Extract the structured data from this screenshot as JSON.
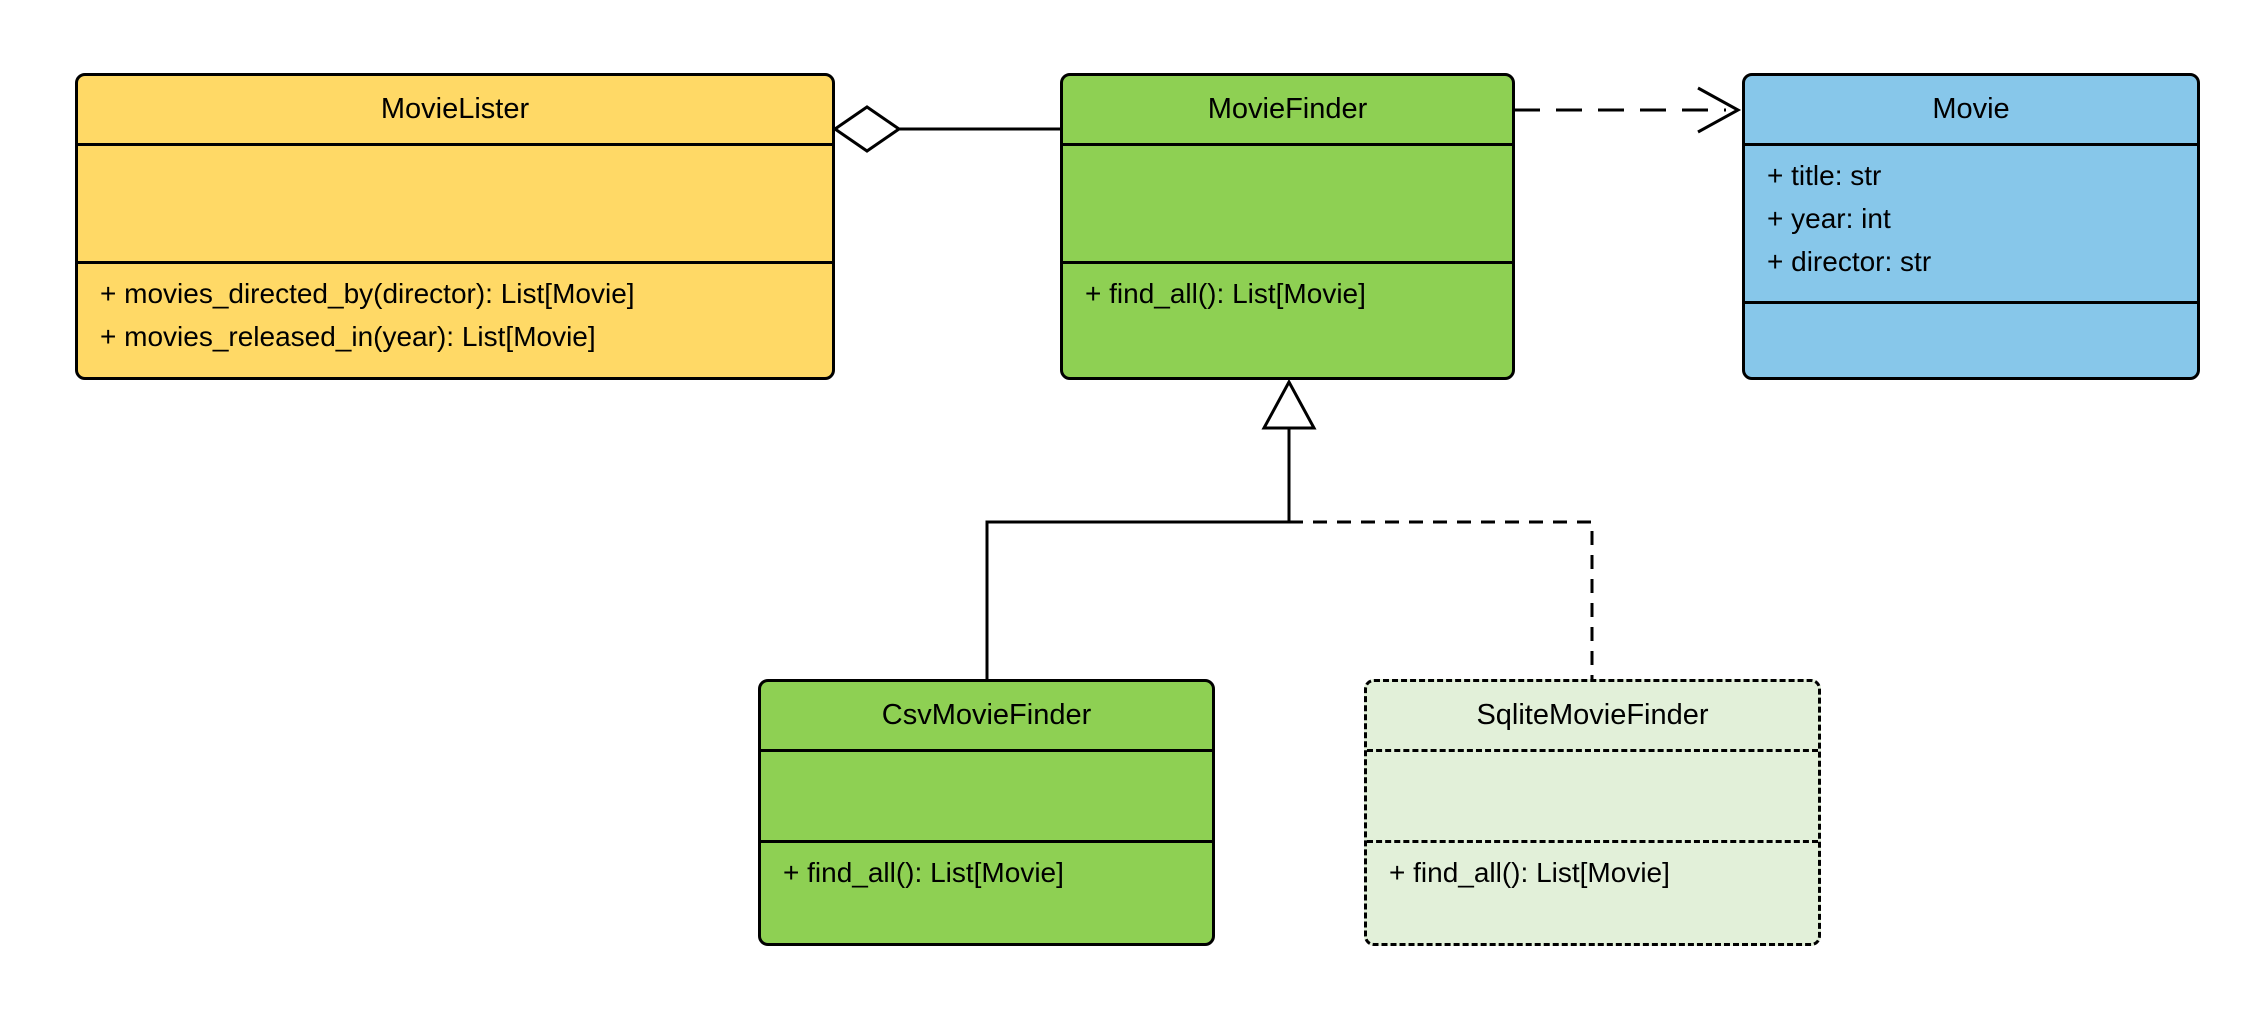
{
  "diagram": {
    "type": "uml-class-diagram",
    "classes": [
      {
        "id": "movielister",
        "name": "MovieLister",
        "attributes": [],
        "methods": [
          "+ movies_directed_by(director): List[Movie]",
          "+ movies_released_in(year): List[Movie]"
        ]
      },
      {
        "id": "moviefinder",
        "name": "MovieFinder",
        "attributes": [],
        "methods": [
          "+ find_all(): List[Movie]"
        ]
      },
      {
        "id": "movie",
        "name": "Movie",
        "attributes": [
          "+ title: str",
          "+ year: int",
          "+ director: str"
        ],
        "methods": []
      },
      {
        "id": "csvmoviefinder",
        "name": "CsvMovieFinder",
        "attributes": [],
        "methods": [
          "+ find_all(): List[Movie]"
        ]
      },
      {
        "id": "sqlitemoviefinder",
        "name": "SqliteMovieFinder",
        "attributes": [],
        "methods": [
          "+ find_all(): List[Movie]"
        ]
      }
    ],
    "relationships": [
      {
        "type": "aggregation",
        "from": "MovieLister",
        "to": "MovieFinder",
        "line": "solid"
      },
      {
        "type": "dependency",
        "from": "MovieFinder",
        "to": "Movie",
        "line": "dashed"
      },
      {
        "type": "inheritance",
        "from": "CsvMovieFinder",
        "to": "MovieFinder",
        "line": "solid"
      },
      {
        "type": "inheritance",
        "from": "SqliteMovieFinder",
        "to": "MovieFinder",
        "line": "dashed"
      }
    ],
    "colors": {
      "movie_lister_fill": "#FFD966",
      "movie_finder_fill": "#8ED053",
      "movie_fill": "#87C7EA",
      "sqlite_fill": "#E2F0D9",
      "stroke": "#000000"
    }
  }
}
